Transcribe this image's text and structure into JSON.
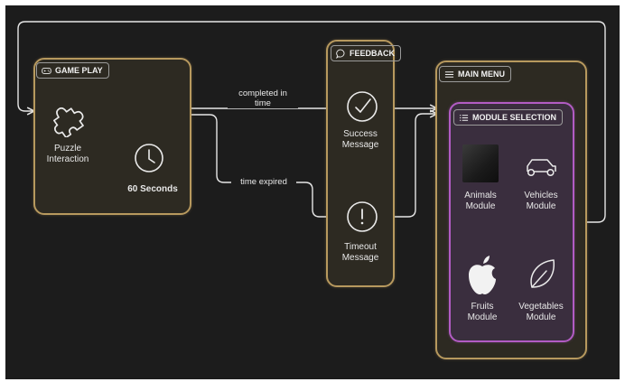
{
  "groups": {
    "game_play": {
      "title": "GAME PLAY"
    },
    "feedback": {
      "title": "FEEDBACK"
    },
    "main_menu": {
      "title": "MAIN MENU"
    },
    "module_selection": {
      "title": "MODULE SELECTION"
    }
  },
  "nodes": {
    "puzzle_interaction": {
      "label": "Puzzle\nInteraction",
      "icon": "puzzle-icon"
    },
    "sixty_seconds": {
      "label": "60 Seconds",
      "icon": "clock-icon"
    },
    "success_message": {
      "label": "Success\nMessage",
      "icon": "check-circle-icon"
    },
    "timeout_message": {
      "label": "Timeout\nMessage",
      "icon": "alert-circle-icon"
    },
    "animals_module": {
      "label": "Animals\nModule",
      "icon": "animal-image"
    },
    "vehicles_module": {
      "label": "Vehicles\nModule",
      "icon": "car-icon"
    },
    "fruits_module": {
      "label": "Fruits\nModule",
      "icon": "apple-icon"
    },
    "vegetables_module": {
      "label": "Vegetables\nModule",
      "icon": "leaf-icon"
    }
  },
  "edges": {
    "completed": {
      "label": "completed in\ntime"
    },
    "expired": {
      "label": "time expired"
    }
  },
  "colors": {
    "background": "#1c1c1c",
    "group_border": "#b7995e",
    "module_border": "#b25cc4",
    "line": "#e6e6e6"
  }
}
